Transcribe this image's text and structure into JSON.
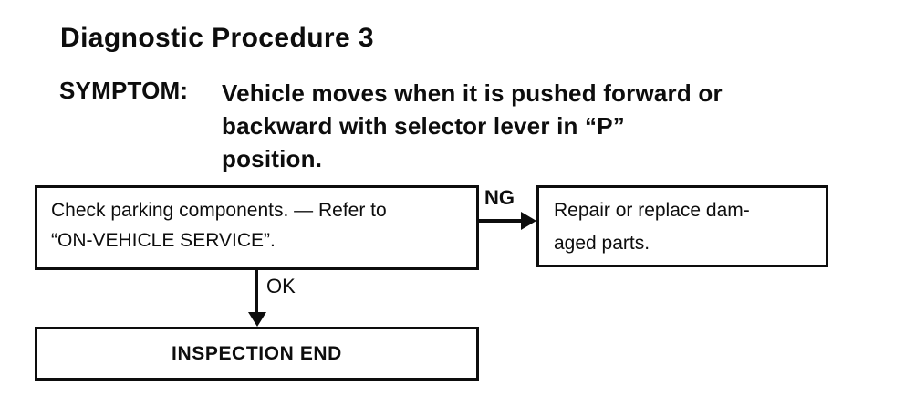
{
  "page": {
    "title": "Diagnostic Procedure 3",
    "symptom_label": "SYMPTOM:",
    "symptom_lines": [
      "Vehicle moves when it is pushed forward or",
      "backward with selector lever in “P”",
      "position."
    ]
  },
  "flowchart": {
    "check_box": {
      "line1": "Check parking components. — Refer to",
      "line2": "“ON-VEHICLE SERVICE”."
    },
    "ng_label": "NG",
    "ok_label": "OK",
    "repair_box": {
      "line1": "Repair or replace dam-",
      "line2": "aged parts."
    },
    "end_box": {
      "label": "INSPECTION END"
    }
  },
  "colors": {
    "ink": "#0d0d0d",
    "paper": "#ffffff"
  }
}
